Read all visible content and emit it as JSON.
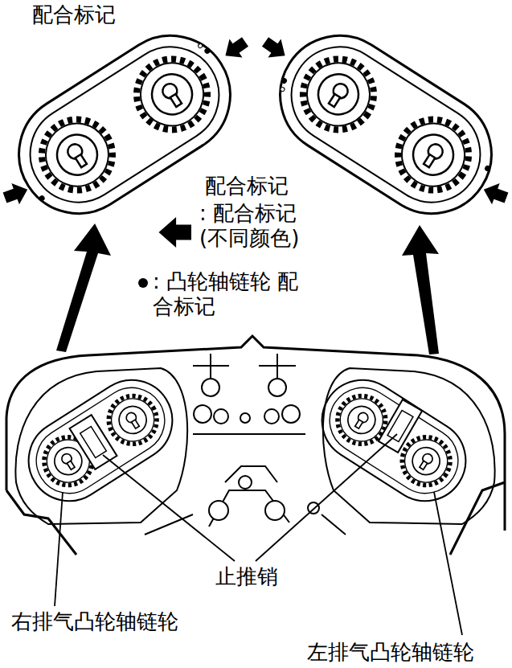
{
  "diagram": {
    "labels": [
      "配合标记",
      "配合标记",
      "止推销",
      "右排气凸轮轴链轮",
      "左排气凸轮轴链轮"
    ],
    "legend": [
      {
        "text": ": 配合标记 (不同颜色)"
      },
      {
        "text": ": 凸轮轴链轮 配合标记"
      }
    ]
  }
}
